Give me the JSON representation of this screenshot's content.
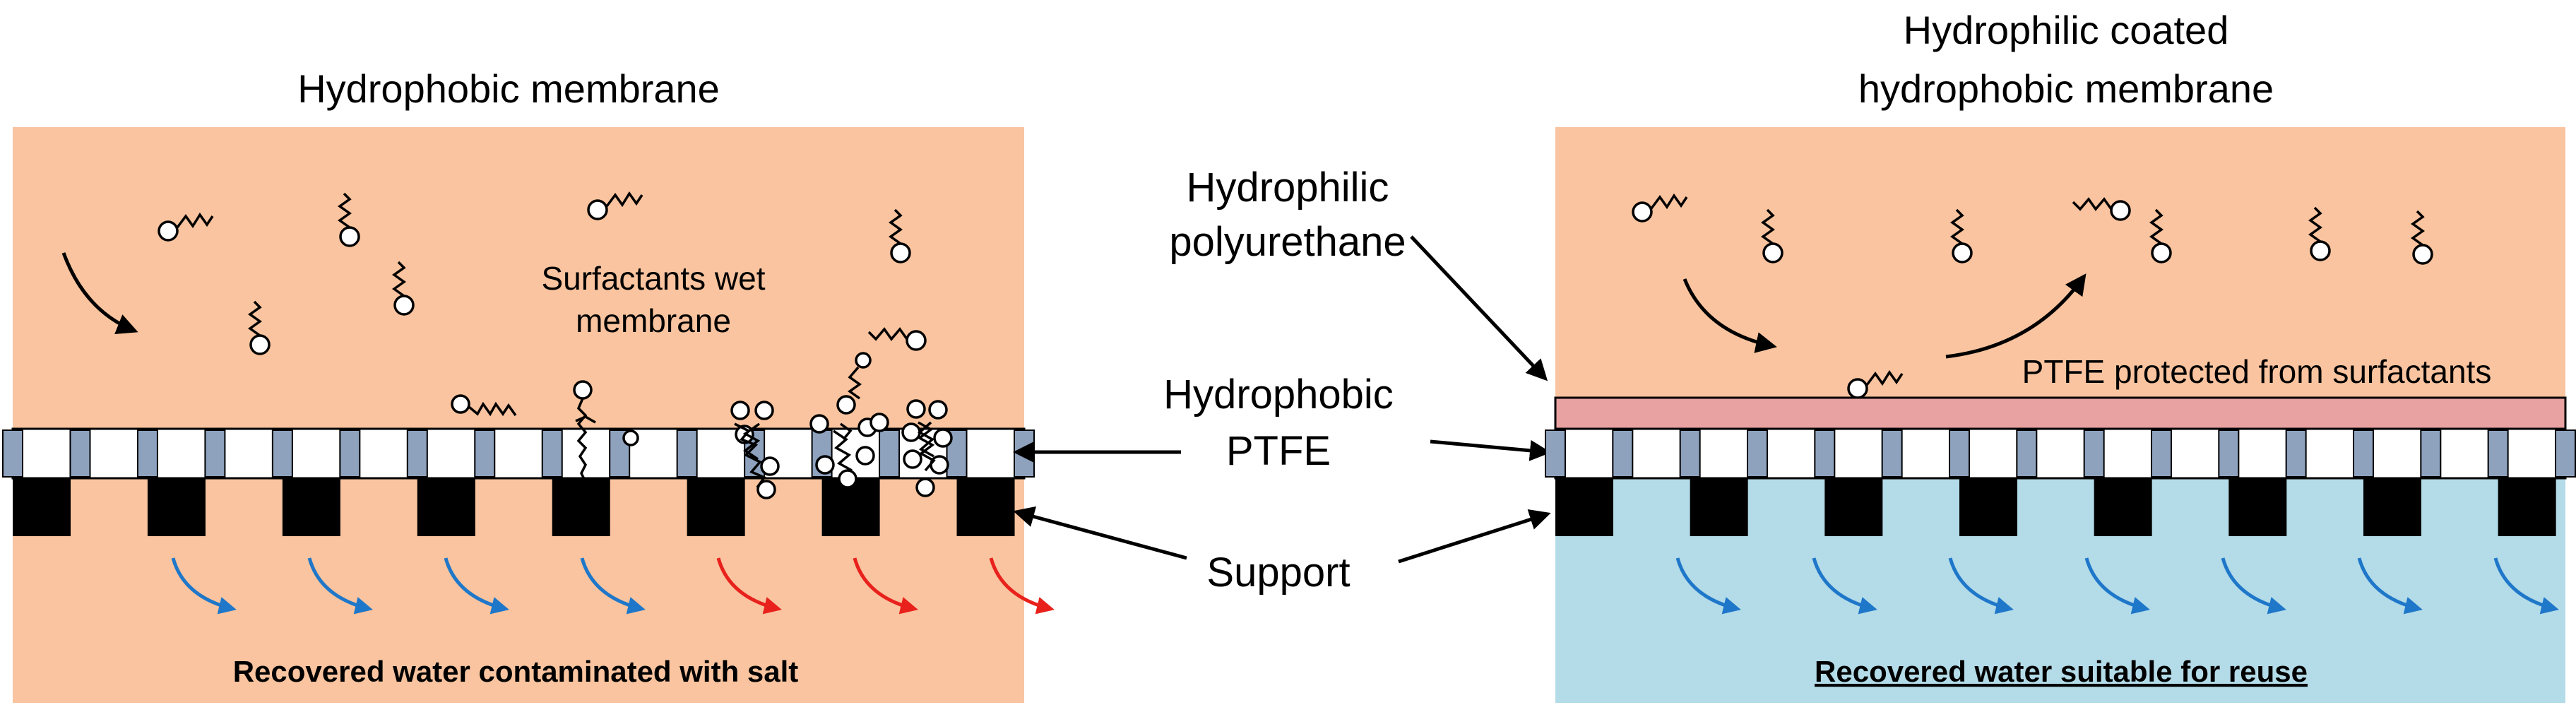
{
  "left_panel": {
    "title": "Hydrophobic membrane",
    "annotation_line1": "Surfactants wet",
    "annotation_line2": "membrane",
    "bottom_text": "Recovered water contaminated with salt",
    "feed_color": "#f9c49f",
    "flow_arrow_colors": [
      "#1f77c9",
      "#1f77c9",
      "#1f77c9",
      "#1f77c9",
      "#e8211c",
      "#e8211c",
      "#e8211c"
    ]
  },
  "right_panel": {
    "title_line1": "Hydrophilic coated",
    "title_line2": "hydrophobic membrane",
    "coating_text": "PTFE protected from surfactants",
    "bottom_text": "Recovered water suitable for reuse",
    "feed_color": "#f9c49f",
    "permeate_color": "#b3dbe8",
    "coating_color": "#e8a2a1",
    "flow_arrow_color": "#1f77c9"
  },
  "center_labels": {
    "coating_line1": "Hydrophilic",
    "coating_line2": "polyurethane",
    "ptfe_line1": "Hydrophobic",
    "ptfe_line2": "PTFE",
    "support": "Support"
  },
  "membrane_colors": {
    "ptfe_pillar": "#8ea2be",
    "support": "#000000"
  }
}
